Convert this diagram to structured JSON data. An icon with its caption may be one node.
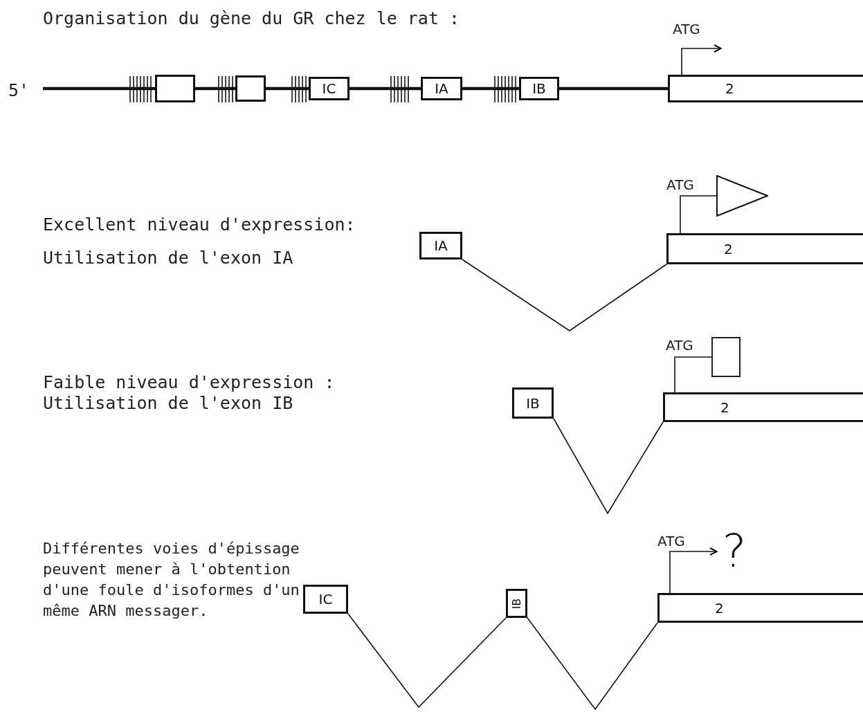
{
  "diagram": {
    "title": "Organisation du gène du GR chez le rat :",
    "nodes": [
      {
        "text": [],
        "shape": "box"
      },
      {
        "text": [],
        "shape": "box"
      },
      {
        "text": [
          "IC"
        ]
      },
      {
        "text": [
          "IA"
        ]
      },
      {
        "text": [
          "IB"
        ]
      },
      {
        "text": [
          "2"
        ]
      },
      {
        "text": [
          "IA"
        ]
      },
      {
        "text": [
          "2"
        ]
      },
      {
        "text": [],
        "shape": "triangle"
      },
      {
        "text": [
          "IB"
        ]
      },
      {
        "text": [
          "2"
        ]
      },
      {
        "text": [],
        "shape": "box"
      },
      {
        "text": [
          "IC"
        ]
      },
      {
        "text": [
          "IB"
        ]
      },
      {
        "text": [
          "2"
        ]
      },
      {
        "text": [
          "?"
        ]
      }
    ],
    "edges": [
      {
        "from": null,
        "to": 0,
        "arrow": "none",
        "style": "thick"
      },
      {
        "from": 0,
        "to": 1,
        "arrow": "none",
        "style": "thick"
      },
      {
        "from": 1,
        "to": 2,
        "arrow": "none",
        "style": "thick"
      },
      {
        "from": 2,
        "to": 3,
        "arrow": "none",
        "style": "thick"
      },
      {
        "from": 3,
        "to": 4,
        "arrow": "none",
        "style": "thick"
      },
      {
        "from": 4,
        "to": 5,
        "arrow": "none",
        "style": "thick"
      },
      {
        "from": 5,
        "to": null,
        "arrow": "to"
      },
      {
        "from": 6,
        "to": 7,
        "arrow": "none"
      },
      {
        "from": 7,
        "to": 8,
        "arrow": "none"
      },
      {
        "from": 9,
        "to": 10,
        "arrow": "none"
      },
      {
        "from": 10,
        "to": 11,
        "arrow": "none"
      },
      {
        "from": 12,
        "to": 13,
        "arrow": "none"
      },
      {
        "from": 13,
        "to": 14,
        "arrow": "none"
      },
      {
        "from": 14,
        "to": 15,
        "arrow": "to"
      }
    ],
    "labels": [
      "5'",
      "ATG",
      "ATG",
      "Excellent niveau d'expression:",
      "Utilisation de l'exon IA",
      "ATG",
      "Faible niveau d'expression :",
      "Utilisation de l'exon IB",
      "ATG",
      "Différentes voies d'épissage peuvent mener à l'obtention d'une foule d'isoformes d'un même ARN messager."
    ]
  }
}
